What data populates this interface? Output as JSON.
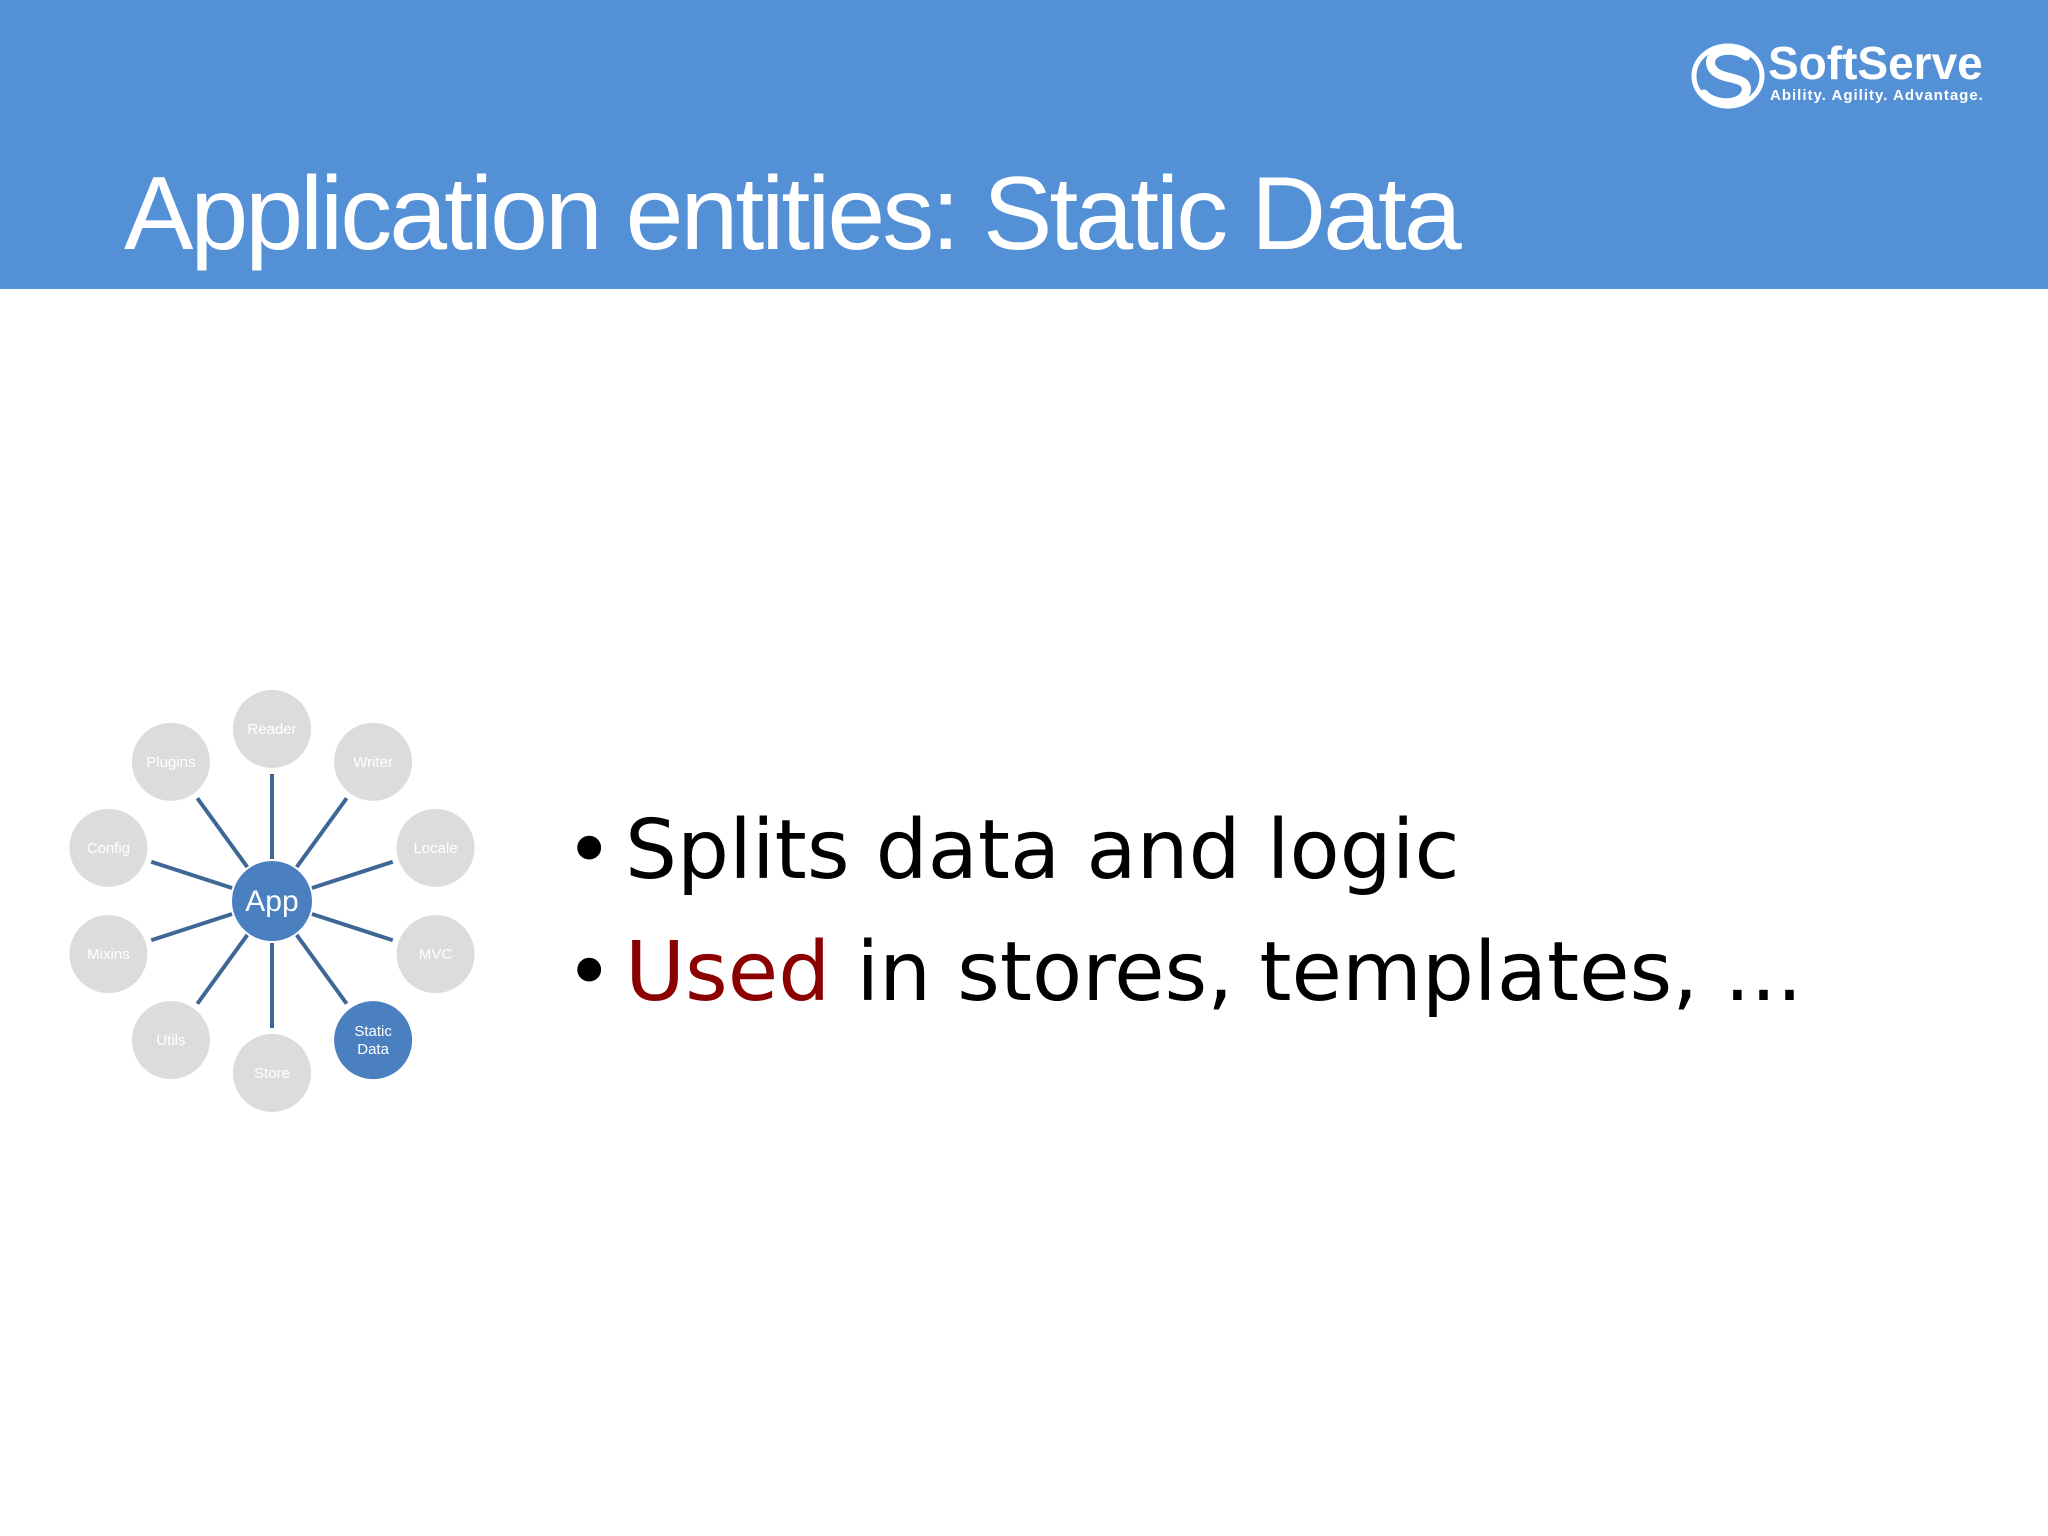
{
  "slide": {
    "title": "Application entities: Static Data",
    "colors": {
      "header_bg": "#5490d5",
      "accent_text": "#8b0000",
      "node_inactive": "#dcdcdc",
      "node_active": "#4a7fc0",
      "spoke": "#3f6796"
    }
  },
  "logo": {
    "brand": "SoftServe",
    "tagline": "Ability. Agility. Advantage.",
    "icon": "softserve-s-logo-icon"
  },
  "diagram": {
    "center_label": "App",
    "nodes": [
      {
        "label": "Reader",
        "active": false
      },
      {
        "label": "Writer",
        "active": false
      },
      {
        "label": "Locale",
        "active": false
      },
      {
        "label": "MVC",
        "active": false
      },
      {
        "label": "Static Data",
        "active": true
      },
      {
        "label": "Store",
        "active": false
      },
      {
        "label": "Utils",
        "active": false
      },
      {
        "label": "Mixins",
        "active": false
      },
      {
        "label": "Config",
        "active": false
      },
      {
        "label": "Plugins",
        "active": false
      }
    ]
  },
  "bullets": [
    {
      "marker": "•",
      "accent": "",
      "text": "Splits data and logic"
    },
    {
      "marker": "•",
      "accent": "Used",
      "text": " in stores, templates, ..."
    }
  ]
}
